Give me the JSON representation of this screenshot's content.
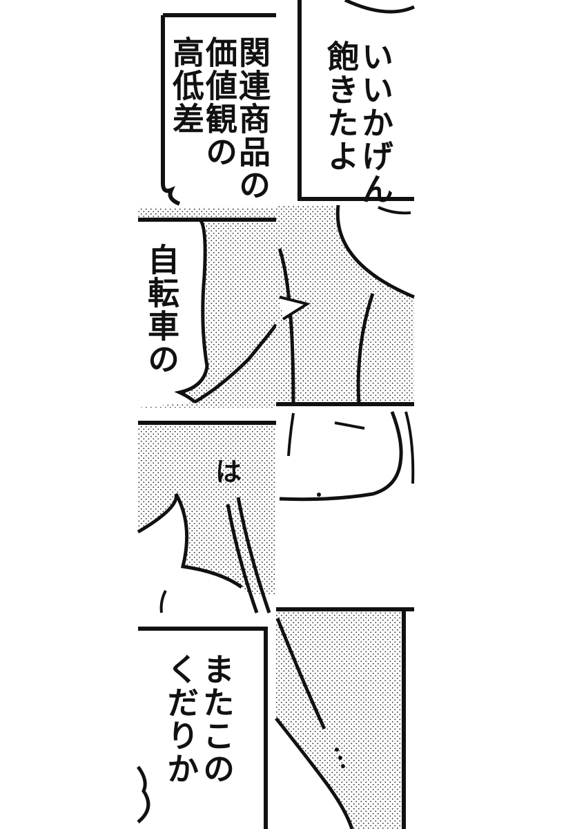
{
  "panels": {
    "p1_left": {
      "lines": [
        "関連商品の",
        "価値観の",
        "高低差"
      ]
    },
    "p1_right": {
      "lines": [
        "いいかげん",
        "飽きたよ"
      ]
    },
    "p2_left": {
      "lines": [
        "自転車の"
      ]
    },
    "p3_left": {
      "sfx": "は"
    },
    "p4_left": {
      "lines": [
        "またこの",
        "くだりか"
      ]
    }
  }
}
